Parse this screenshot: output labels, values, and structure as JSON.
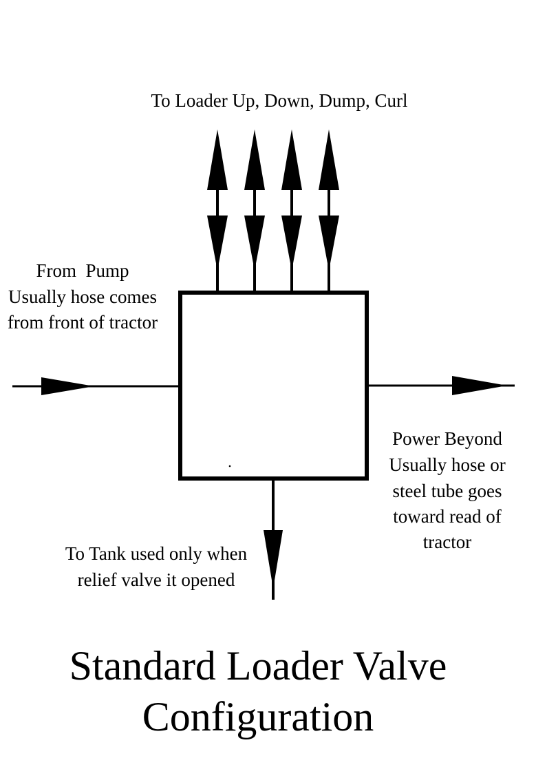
{
  "diagram": {
    "type": "hydraulic-valve-schematic",
    "colors": {
      "stroke": "#000000",
      "background": "#ffffff"
    },
    "labels": {
      "top": "To Loader Up, Down, Dump, Curl",
      "left": [
        "From  Pump",
        "Usually hose comes",
        "from front of tractor"
      ],
      "right": [
        "Power Beyond",
        "Usually hose or",
        "steel tube goes",
        "toward read of",
        "tractor"
      ],
      "bottom": [
        "To Tank used only when",
        "relief valve it opened"
      ]
    },
    "title": [
      "Standard Loader Valve",
      "Configuration"
    ],
    "nodes": [
      {
        "id": "valve-body",
        "label": ""
      }
    ],
    "edges": [
      {
        "from": "pump",
        "to": "valve-body",
        "direction": "in"
      },
      {
        "from": "valve-body",
        "to": "power-beyond",
        "direction": "out"
      },
      {
        "from": "valve-body",
        "to": "tank",
        "direction": "out"
      },
      {
        "from": "valve-body",
        "to": "loader-up",
        "direction": "bidirectional"
      },
      {
        "from": "valve-body",
        "to": "loader-down",
        "direction": "bidirectional"
      },
      {
        "from": "valve-body",
        "to": "loader-dump",
        "direction": "bidirectional"
      },
      {
        "from": "valve-body",
        "to": "loader-curl",
        "direction": "bidirectional"
      }
    ]
  }
}
